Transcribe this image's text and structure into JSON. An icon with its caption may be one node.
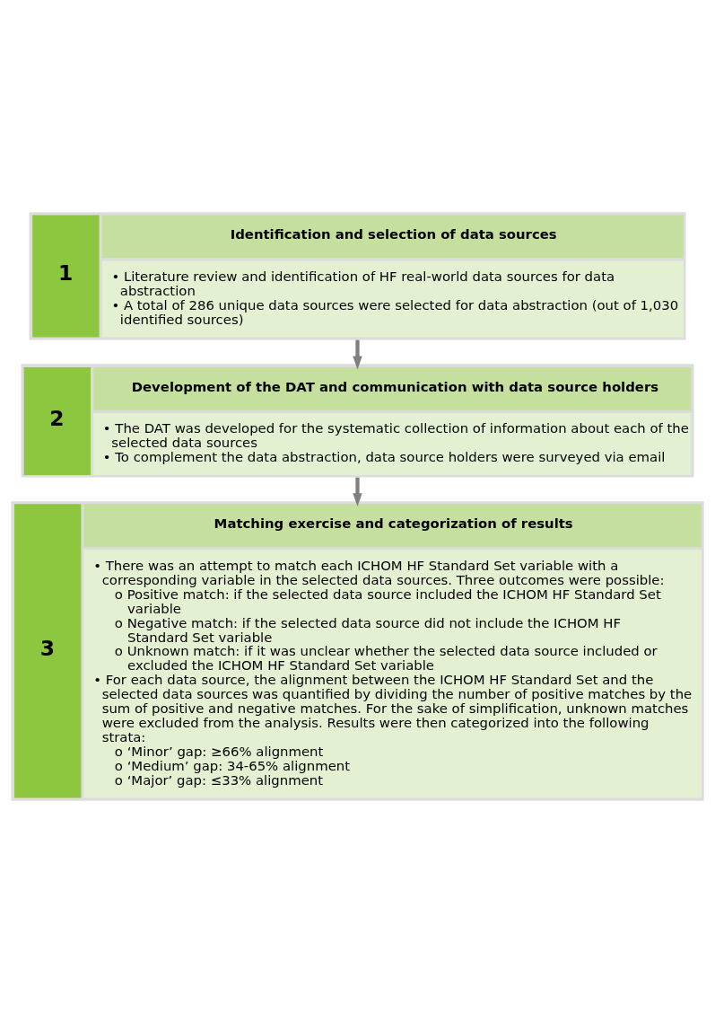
{
  "diagram": {
    "nodes": [
      {
        "text": [
          "1",
          "Identification and selection of data sources",
          "• Literature review and identification of HF real-world data sources for data abstraction",
          "• A total of 286 unique data sources were selected for data abstraction (out of 1,030 identified sources)"
        ]
      },
      {
        "text": [
          "2",
          "Development of the DAT and communication with data source holders",
          "• The DAT was developed for the systematic collection of information about each of the selected data sources",
          "• To complement the data abstraction, data source holders were surveyed via email"
        ]
      },
      {
        "text": [
          "3",
          "Matching exercise and categorization of results",
          "• There was an attempt to match each ICHOM HF Standard Set variable with a corresponding variable in the selected data sources. Three outcomes were possible:",
          "o Positive match: if the selected data source included the ICHOM HF Standard Set variable",
          "o Negative match: if the selected data source did not include the ICHOM HF Standard Set variable",
          "o Unknown match: if it was unclear whether the selected data source included or excluded the ICHOM HF Standard Set variable",
          "• For each data source, the alignment between the ICHOM HF Standard Set and the selected data sources was quantified by dividing the number of positive matches by the sum of positive and negative matches. For the sake of simplification, unknown matches were excluded from the analysis. Results were then categorized into the following strata:",
          "o ‘Minor’ gap: ≥66% alignment",
          "o ‘Medium’ gap: 34-65% alignment",
          "o ‘Major’ gap: ≤33% alignment"
        ]
      }
    ],
    "edges": [
      {
        "from": 0,
        "to": 1,
        "arrow": "to"
      },
      {
        "from": 1,
        "to": 2,
        "arrow": "to"
      }
    ]
  }
}
